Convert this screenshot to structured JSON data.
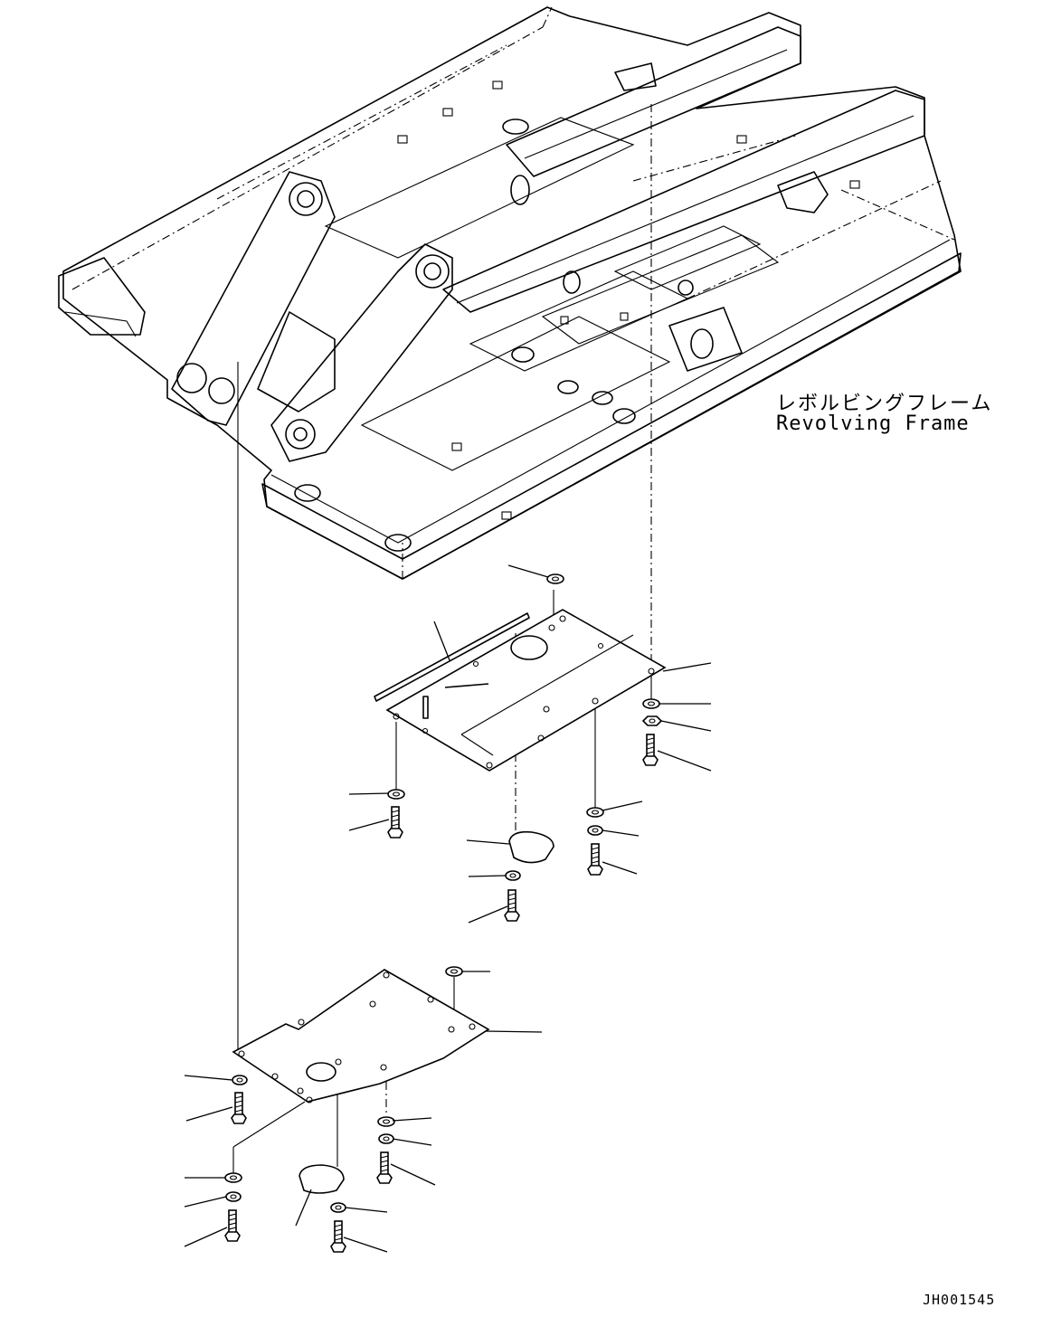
{
  "diagram": {
    "frame_label_jp": "レボルビングフレーム",
    "frame_label_en": "Revolving Frame",
    "drawing_id": "JH001545"
  }
}
